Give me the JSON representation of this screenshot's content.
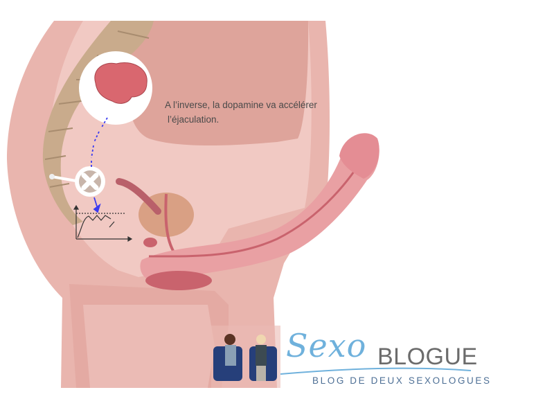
{
  "caption": {
    "line1": "A l’inverse, la dopamine va accélérer",
    "line2": "l’éjaculation."
  },
  "logo": {
    "script": "Sexo",
    "word": "BLOGUE",
    "tagline": "BLOG DE DEUX SEXOLOGUES"
  },
  "colors": {
    "skin_outer": "#e9b5ae",
    "skin_inner": "#f1c9c3",
    "organ_dark": "#dea49b",
    "spine": "#c9ab8c",
    "penis": "#e9a0a3",
    "arrow": "#3a3af0",
    "logo_blue": "#6fb1dc"
  }
}
